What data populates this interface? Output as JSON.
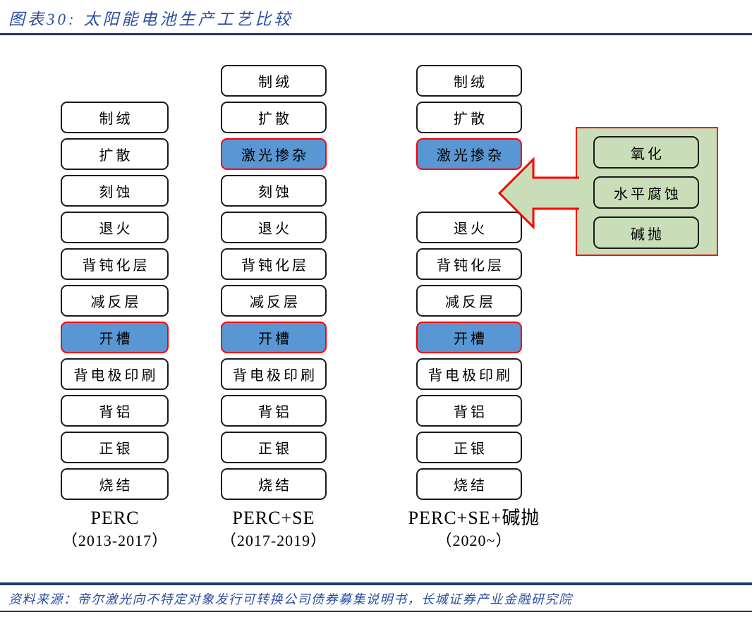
{
  "header": {
    "title": "图表30:  太阳能电池生产工艺比较"
  },
  "columns": [
    {
      "name": "PERC",
      "period": "（2013-2017）",
      "steps": [
        {
          "label": "",
          "type": "gap"
        },
        {
          "label": "制绒",
          "type": "plain"
        },
        {
          "label": "扩散",
          "type": "plain"
        },
        {
          "label": "刻蚀",
          "type": "plain"
        },
        {
          "label": "退火",
          "type": "plain"
        },
        {
          "label": "背钝化层",
          "type": "plain"
        },
        {
          "label": "减反层",
          "type": "plain"
        },
        {
          "label": "开槽",
          "type": "highlight"
        },
        {
          "label": "背电极印刷",
          "type": "plain"
        },
        {
          "label": "背铝",
          "type": "plain"
        },
        {
          "label": "正银",
          "type": "plain"
        },
        {
          "label": "烧结",
          "type": "plain"
        }
      ]
    },
    {
      "name": "PERC+SE",
      "period": "（2017-2019）",
      "steps": [
        {
          "label": "制绒",
          "type": "plain"
        },
        {
          "label": "扩散",
          "type": "plain"
        },
        {
          "label": "激光掺杂",
          "type": "highlight"
        },
        {
          "label": "刻蚀",
          "type": "plain"
        },
        {
          "label": "退火",
          "type": "plain"
        },
        {
          "label": "背钝化层",
          "type": "plain"
        },
        {
          "label": "减反层",
          "type": "plain"
        },
        {
          "label": "开槽",
          "type": "highlight"
        },
        {
          "label": "背电极印刷",
          "type": "plain"
        },
        {
          "label": "背铝",
          "type": "plain"
        },
        {
          "label": "正银",
          "type": "plain"
        },
        {
          "label": "烧结",
          "type": "plain"
        }
      ]
    },
    {
      "name": "PERC+SE+碱抛",
      "period": "（2020~）",
      "steps": [
        {
          "label": "制绒",
          "type": "plain"
        },
        {
          "label": "扩散",
          "type": "plain"
        },
        {
          "label": "激光掺杂",
          "type": "highlight"
        },
        {
          "label": "",
          "type": "gap"
        },
        {
          "label": "退火",
          "type": "plain"
        },
        {
          "label": "背钝化层",
          "type": "plain"
        },
        {
          "label": "减反层",
          "type": "plain"
        },
        {
          "label": "开槽",
          "type": "highlight"
        },
        {
          "label": "背电极印刷",
          "type": "plain"
        },
        {
          "label": "背铝",
          "type": "plain"
        },
        {
          "label": "正银",
          "type": "plain"
        },
        {
          "label": "烧结",
          "type": "plain"
        }
      ]
    }
  ],
  "callout": {
    "arrow_icon": "left-block-arrow",
    "steps": [
      "氧化",
      "水平腐蚀",
      "碱抛"
    ]
  },
  "footer": {
    "source": "资料来源：帝尔激光向不特定对象发行可转换公司债券募集说明书，长城证券产业金融研究院"
  },
  "colors": {
    "highlight_fill": "#5897D3",
    "highlight_border": "#FE0000",
    "callout_fill": "#C9DEB8",
    "callout_border": "#FE0000",
    "box_border": "#1A1A1A",
    "rule_navy": "#1F3864",
    "text_blue": "#2B4EA2",
    "step_text": "#000000"
  }
}
